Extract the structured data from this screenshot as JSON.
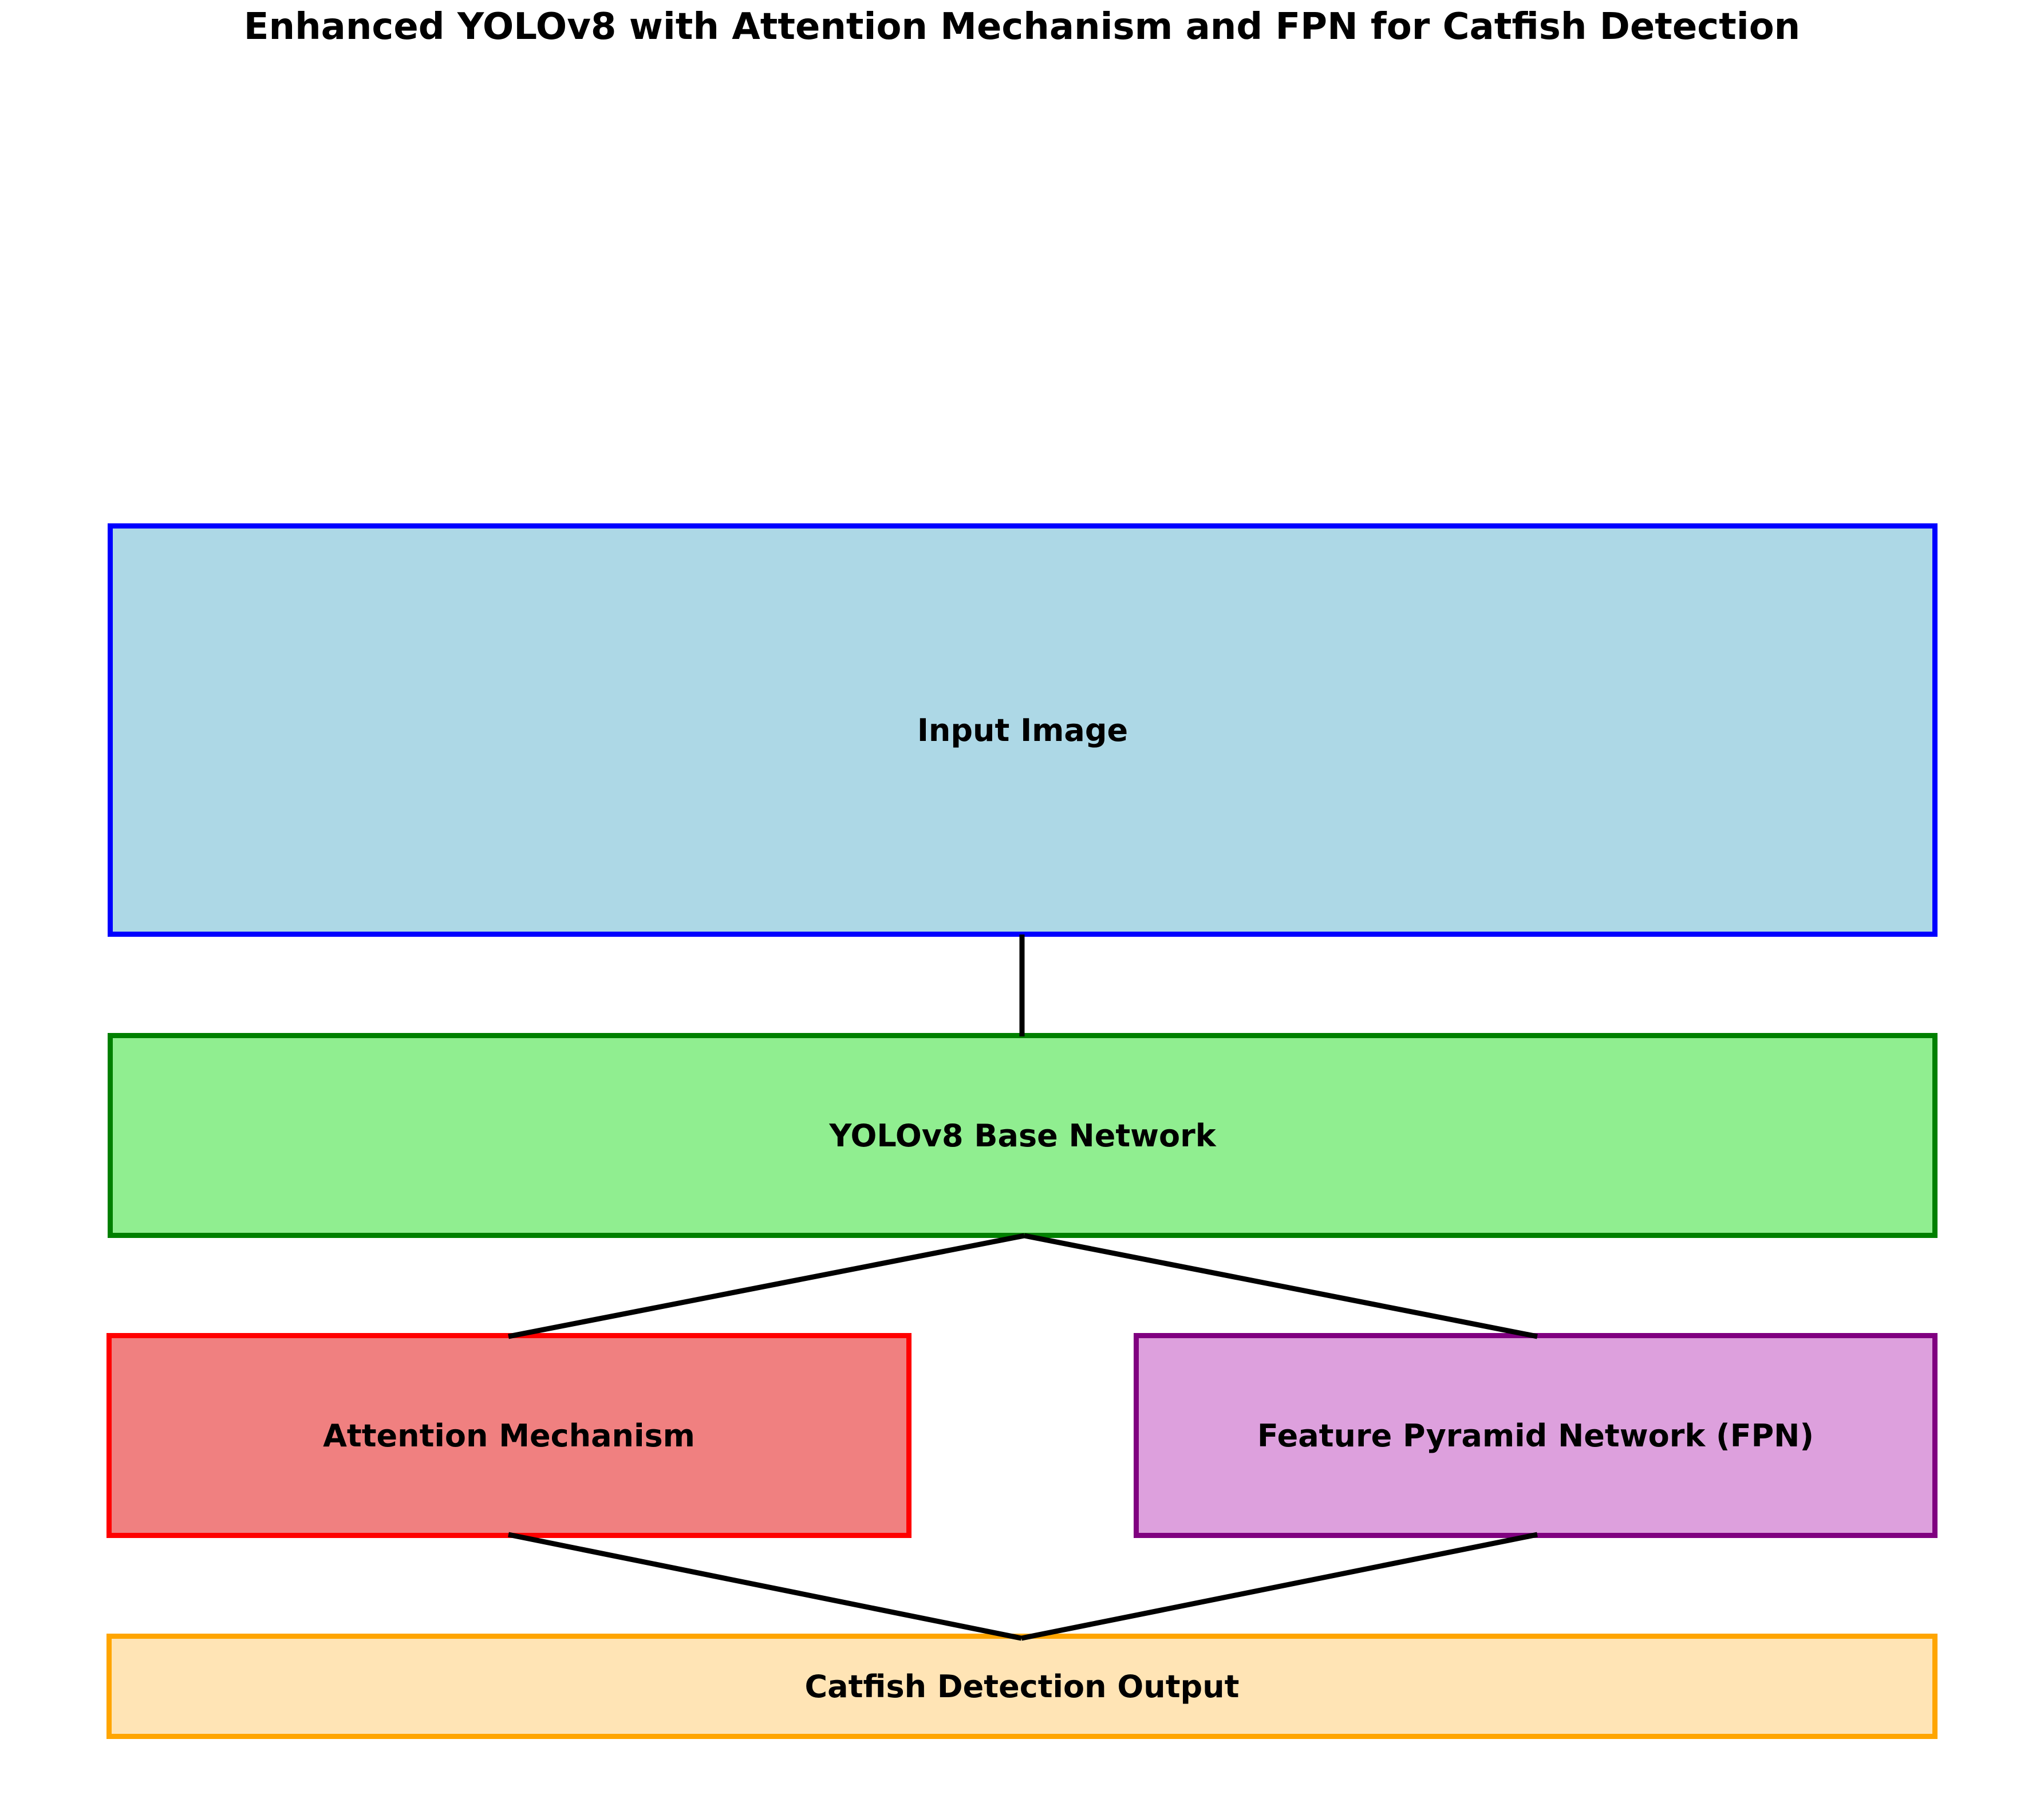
{
  "title": "Enhanced YOLOv8 with Attention Mechanism and FPN for Catfish Detection",
  "diagram": {
    "background_color": "#ffffff",
    "text_color": "#000000",
    "connector_color": "#000000",
    "nodes": [
      {
        "id": "input",
        "label": "Input Image",
        "fill": "#ADD8E6",
        "border": "#0000FF"
      },
      {
        "id": "backbone",
        "label": "YOLOv8 Base Network",
        "fill": "#90EE90",
        "border": "#008000"
      },
      {
        "id": "attention",
        "label": "Attention Mechanism",
        "fill": "#F08080",
        "border": "#FF0000"
      },
      {
        "id": "fpn",
        "label": "Feature Pyramid Network (FPN)",
        "fill": "#DDA0DD",
        "border": "#800080"
      },
      {
        "id": "output",
        "label": "Catfish Detection Output",
        "fill": "#FFE4B5",
        "border": "#FFA500"
      }
    ],
    "edges": [
      {
        "from": "input",
        "to": "backbone"
      },
      {
        "from": "backbone",
        "to": "attention"
      },
      {
        "from": "backbone",
        "to": "fpn"
      },
      {
        "from": "attention",
        "to": "output"
      },
      {
        "from": "fpn",
        "to": "output"
      }
    ]
  }
}
